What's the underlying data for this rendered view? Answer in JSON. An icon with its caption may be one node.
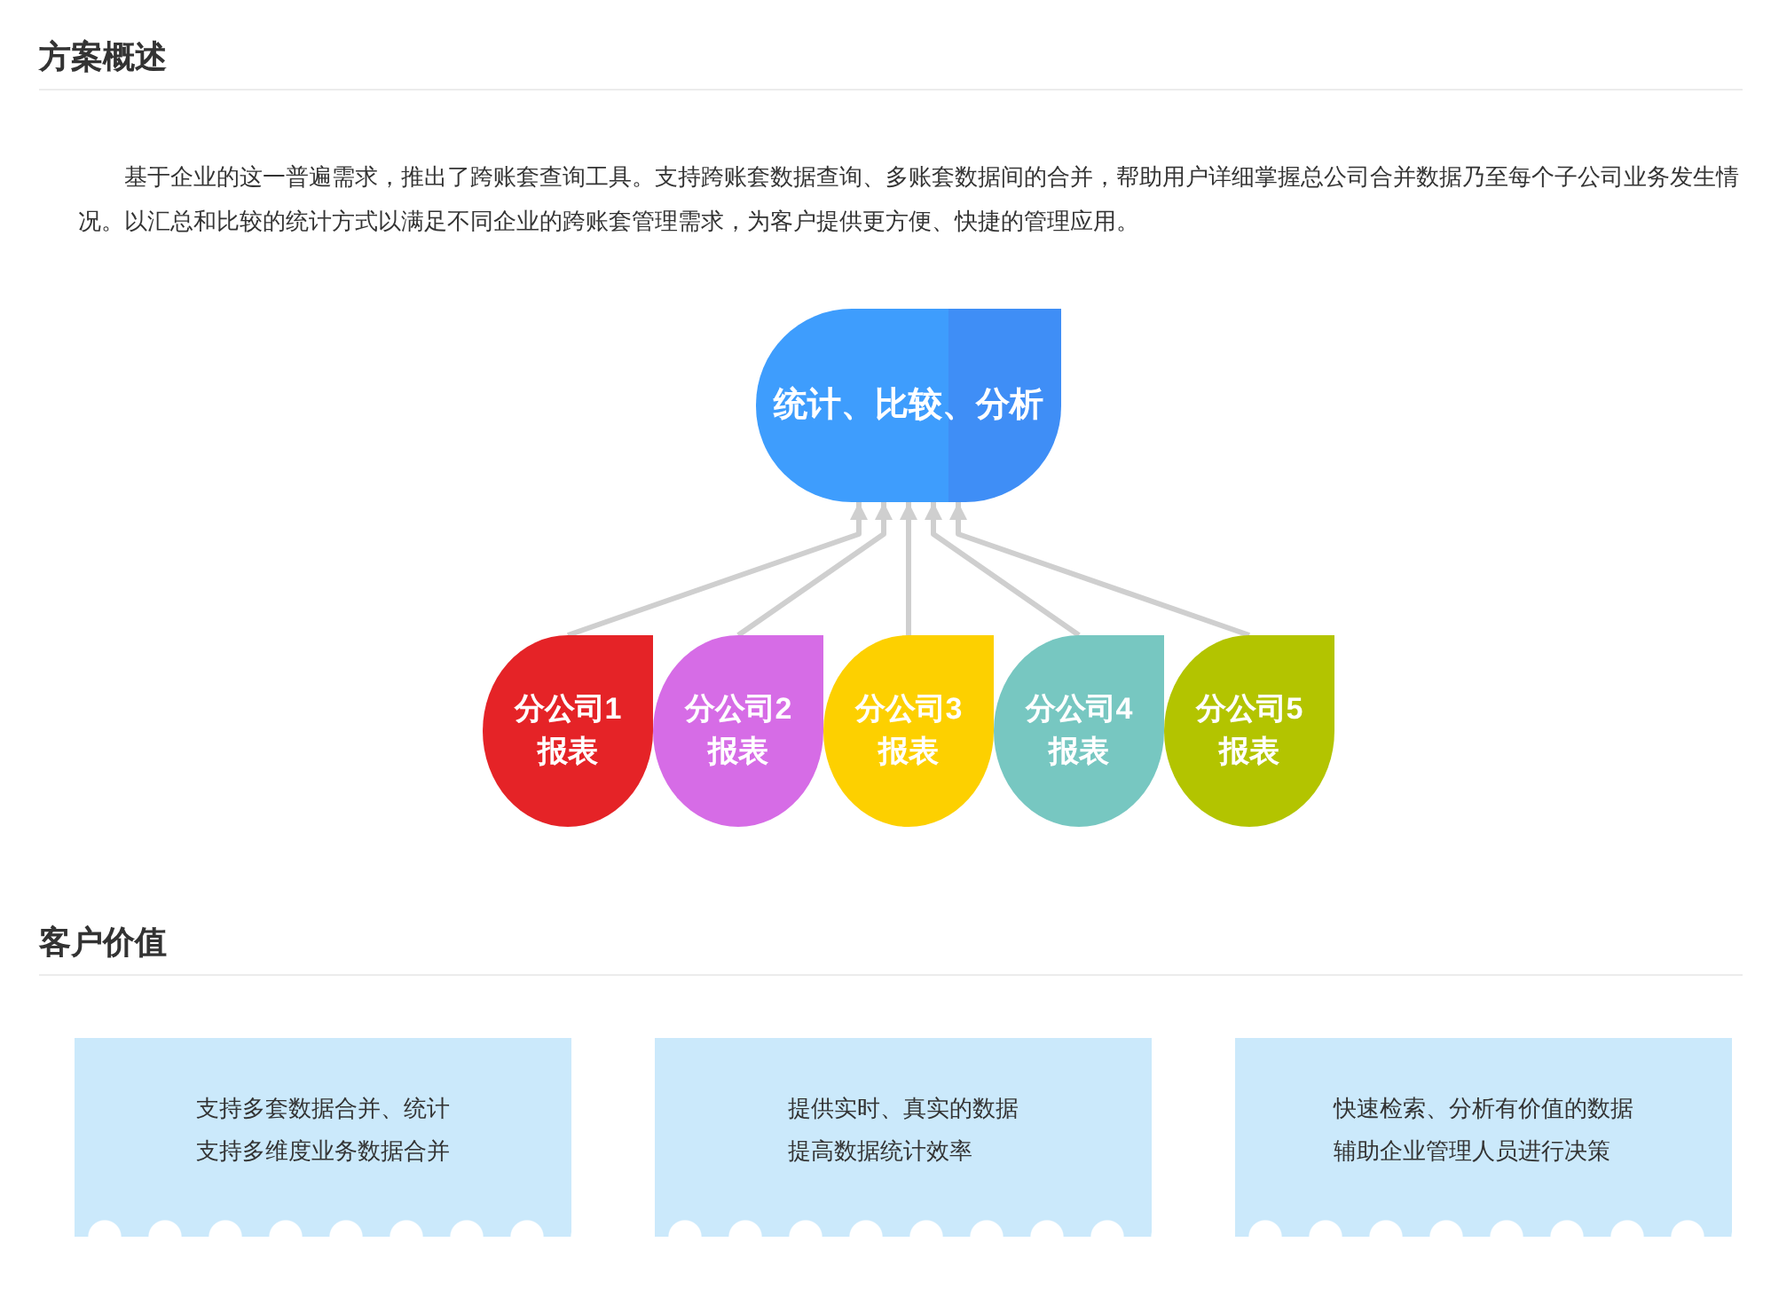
{
  "diagram": {
    "title": "方案概述",
    "nodes": [
      {
        "text": [
          "统计、比较、分析"
        ]
      },
      {
        "text": [
          "分公司1报表"
        ]
      },
      {
        "text": [
          "分公司2报表"
        ]
      },
      {
        "text": [
          "分公司3报表"
        ]
      },
      {
        "text": [
          "分公司4报表"
        ]
      },
      {
        "text": [
          "分公司5报表"
        ]
      },
      {
        "text": [
          "支持多套数据合并、统计",
          "支持多维度业务数据合并"
        ]
      },
      {
        "text": [
          "提供实时、真实的数据",
          "提高数据统计效率"
        ]
      },
      {
        "text": [
          "快速检索、分析有价值的数据",
          "辅助企业管理人员进行决策"
        ]
      }
    ],
    "edges": [
      {
        "from": 1,
        "to": 0,
        "arrow": "to"
      },
      {
        "from": 2,
        "to": 0,
        "arrow": "to"
      },
      {
        "from": 3,
        "to": 0,
        "arrow": "to"
      },
      {
        "from": 4,
        "to": 0,
        "arrow": "to"
      },
      {
        "from": 5,
        "to": 0,
        "arrow": "to"
      }
    ],
    "labels": [
      "基于企业的这一普遍需求，推出了跨账套查询工具。支持跨账套数据查询、多账套数据间的合并，帮助用户详细掌握总公司合并数据乃至每个子公司业务发生情况。以汇总和比较的统计方式以满足不同企业的跨账套管理需求，为客户提供更方便、快捷的管理应用。",
      "客户价值"
    ]
  }
}
